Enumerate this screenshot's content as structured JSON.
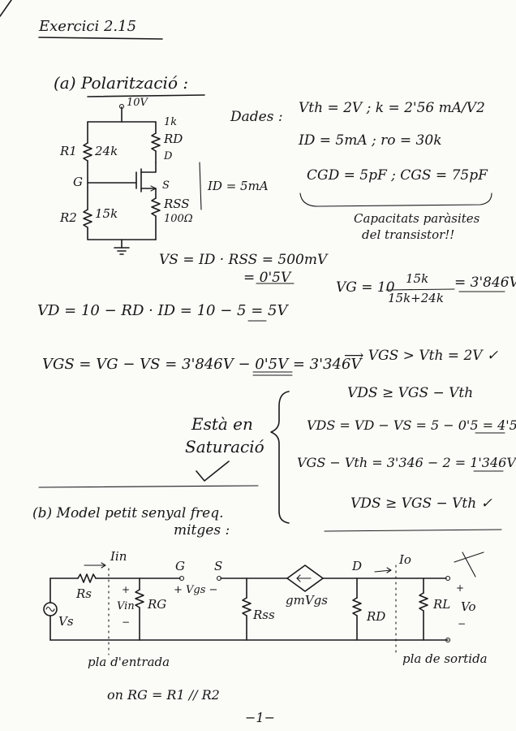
{
  "header": {
    "title": "Exercici 2.15"
  },
  "part_a": {
    "heading": "(a) Polarització :",
    "circuit": {
      "supply": "10V",
      "rd_value": "1k",
      "rd_label": "RD",
      "drain": "D",
      "r1_label": "R1",
      "r1_value": "24k",
      "gate": "G",
      "source": "S",
      "r2_label": "R2",
      "r2_value": "15k",
      "rss_label": "RSS",
      "rss_value": "100Ω",
      "id_note": "ID = 5mA"
    },
    "data_label": "Dades :",
    "data_lines": [
      "Vth = 2V  ;  k = 2'56 mA/V2",
      "ID = 5mA   ;   ro = 30k",
      "CGD = 5pF   ;   CGS = 75pF"
    ],
    "capacitors_note": [
      "Capacitats paràsites",
      "del transistor!!"
    ],
    "vs_line1": "VS = ID · RSS = 500mV",
    "vs_line2": "= 0'5V",
    "vg_lhs": "VG = 10",
    "vg_num": "15k",
    "vg_den": "15k+24k",
    "vg_res": "= 3'846V",
    "vd_line": "VD = 10 − RD · ID = 10 − 5 = 5V",
    "vgs_line": "VGS = VG − VS = 3'846V − 0'5V = 3'346V",
    "vgs_check": "⟶  VGS > Vth = 2V ✓",
    "sat_label": [
      "Està en",
      "Saturació"
    ],
    "cond1": "VDS ≥ VGS − Vth",
    "cond2": "VDS = VD − VS = 5 − 0'5 = 4'5V",
    "cond3": "VGS − Vth = 3'346 − 2 = 1'346V",
    "cond4": "VDS ≥ VGS − Vth ✓"
  },
  "part_b": {
    "heading": "(b) Model petit senyal freq.",
    "heading2": "mitges :",
    "labels": {
      "iin": "Iin",
      "g": "G",
      "s": "S",
      "d": "D",
      "io": "Io",
      "rs": "Rs",
      "vin": "Vin",
      "rg": "RG",
      "vgs": "+ Vgs −",
      "rss": "Rss",
      "gm": "gmVgs",
      "rd": "RD",
      "rl": "RL",
      "vo": "Vo",
      "vs": "Vs",
      "plus": "+",
      "minus": "−"
    },
    "input_plane": "pla d'entrada",
    "output_plane": "pla de sortida",
    "rg_note": "on  RG = R1 // R2"
  },
  "footer": {
    "page": "−1−"
  }
}
